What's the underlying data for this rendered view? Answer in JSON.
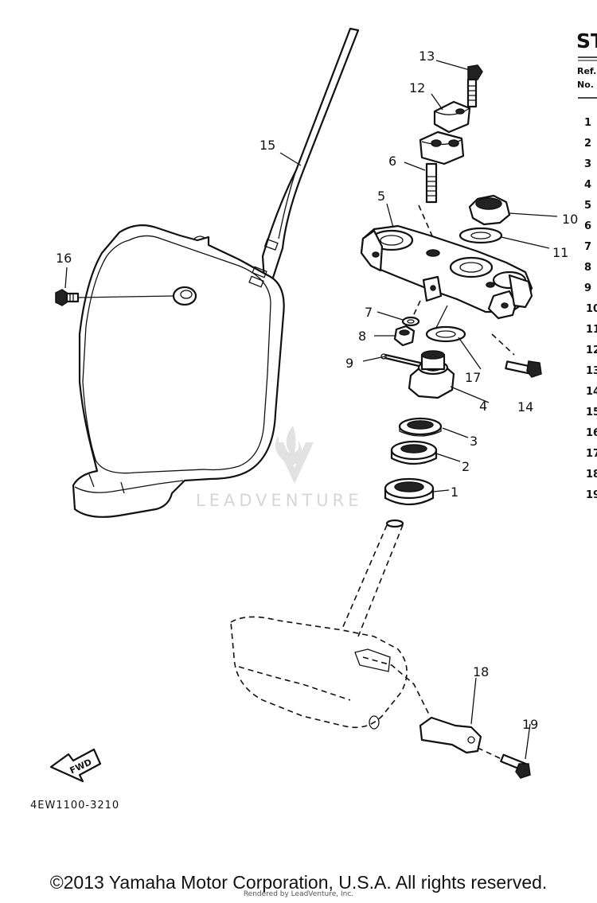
{
  "diagram": {
    "drawing_number": "4EW1100-3210",
    "watermark": "LEADVENTURE",
    "fwd_label": "FWD"
  },
  "table": {
    "title_fragment": "ST",
    "ref_label": "Ref.",
    "no_label": "No.",
    "ref_numbers": [
      "1",
      "2",
      "3",
      "4",
      "5",
      "6",
      "7",
      "8",
      "9",
      "10",
      "11",
      "12",
      "13",
      "14",
      "15",
      "16",
      "17",
      "18",
      "19"
    ]
  },
  "callouts": [
    "1",
    "2",
    "3",
    "4",
    "5",
    "6",
    "7",
    "8",
    "9",
    "10",
    "11",
    "12",
    "13",
    "14",
    "15",
    "16",
    "17",
    "18",
    "19"
  ],
  "footer": {
    "copyright": "©2013 Yamaha Motor Corporation, U.S.A. All rights reserved.",
    "rendered_by": "Rendered by LeadVenture, Inc."
  }
}
